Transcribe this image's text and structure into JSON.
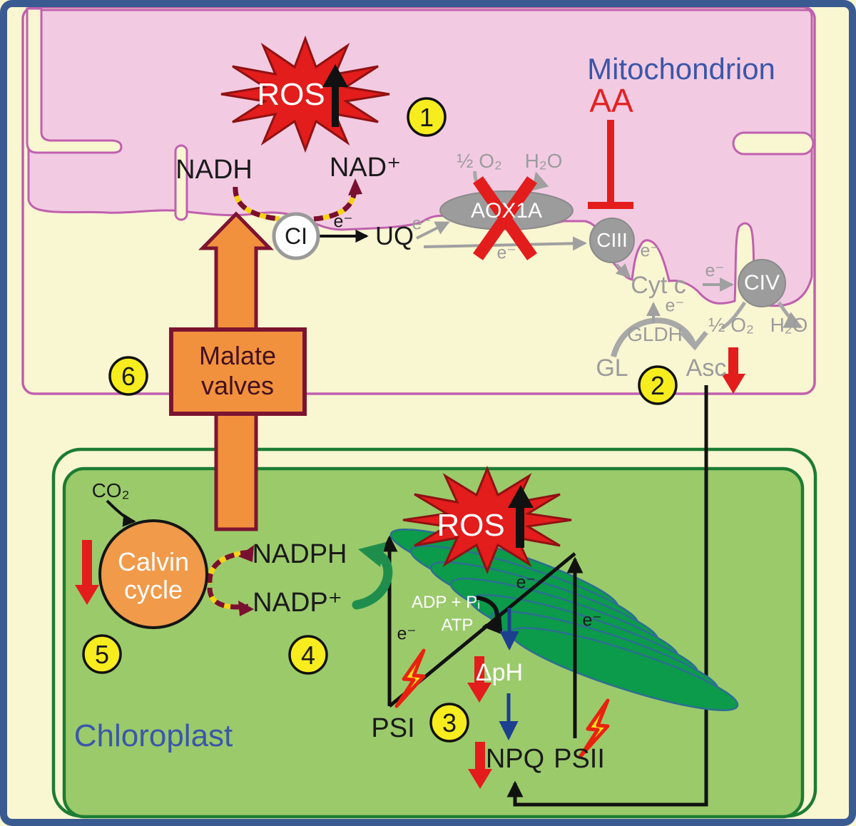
{
  "mitochondrion": {
    "title": "Mitochondrion",
    "ros": "ROS",
    "nadh": "NADH",
    "nad_plus": "NAD⁺",
    "complex1": "CI",
    "uq": "UQ",
    "aox1a": "AOX1A",
    "complex3": "CIII",
    "complex4": "CIV",
    "cyt_c": "Cyt c",
    "gldh": "GLDH",
    "gl": "GL",
    "asc": "Asc",
    "aa": "AA",
    "half_o2": "½ O₂",
    "h2o": "H₂O",
    "electron": "e⁻"
  },
  "malate_valve": {
    "line1": "Malate",
    "line2": "valves"
  },
  "chloroplast": {
    "title": "Chloroplast",
    "ros": "ROS",
    "co2": "CO₂",
    "calvin_line1": "Calvin",
    "calvin_line2": "cycle",
    "nadph": "NADPH",
    "nadp_plus": "NADP⁺",
    "adp_pi": "ADP + Pᵢ",
    "atp": "ATP",
    "delta_ph": "ΔpH",
    "npq": "NPQ",
    "psi": "PSI",
    "psii": "PSII",
    "electron": "e⁻"
  },
  "steps": {
    "n1": "1",
    "n2": "2",
    "n3": "3",
    "n4": "4",
    "n5": "5",
    "n6": "6"
  },
  "colors": {
    "frame_blue": "#3a5a92",
    "background_cream": "#f9f6d2",
    "ros_red": "#e31c1c",
    "step_yellow": "#f6ec1e",
    "membrane_purple": "#c060ae",
    "matrix_pink": "#f2cbe3",
    "chloroplast_green": "#9bca6b",
    "thylakoid_green": "#0b9b4a",
    "orange": "#f2913d",
    "maroon": "#7c1430",
    "etc_gray": "#9c9c9c",
    "label_blue": "#3b57a8"
  }
}
